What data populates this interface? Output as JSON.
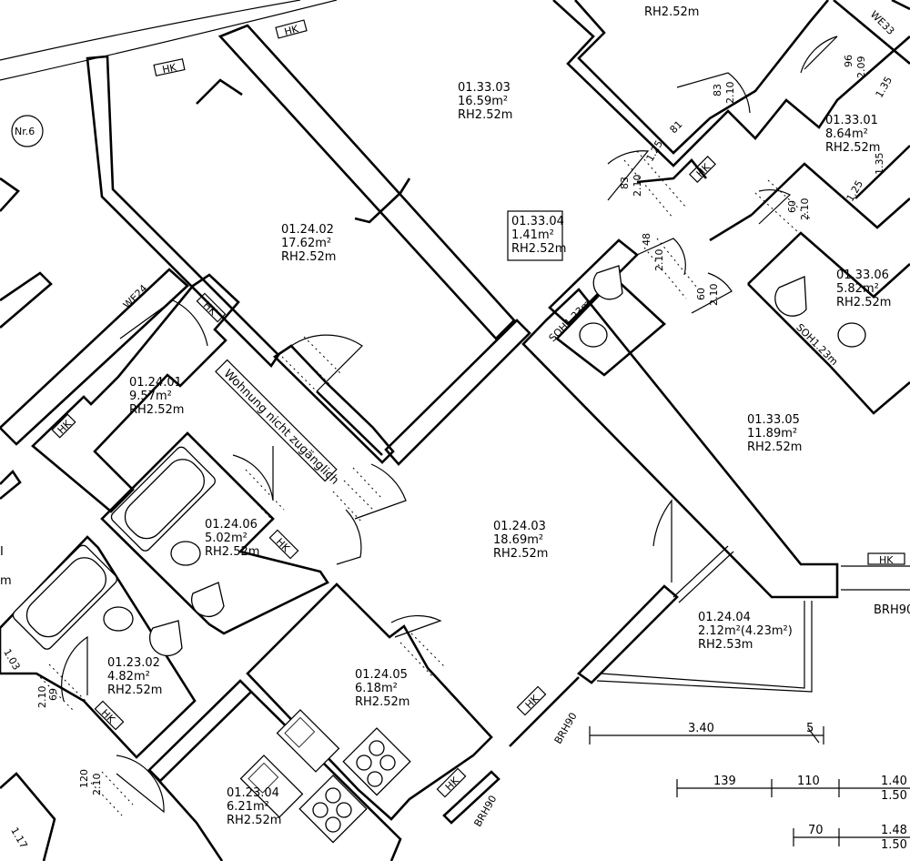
{
  "rooms": [
    {
      "id": "r1",
      "lines": [
        "01.33.03",
        "16.59m²",
        "RH2.52m"
      ]
    },
    {
      "id": "r2",
      "lines": [
        "01.24.02",
        "17.62m²",
        "RH2.52m"
      ]
    },
    {
      "id": "r3",
      "lines": [
        "01.33.01",
        "8.64m²",
        "RH2.52m"
      ]
    },
    {
      "id": "r4",
      "lines": [
        "01.33.04",
        "1.41m²",
        "RH2.52m"
      ]
    },
    {
      "id": "r5",
      "lines": [
        "01.33.06",
        "5.82m²",
        "RH2.52m"
      ]
    },
    {
      "id": "r6",
      "lines": [
        "01.24.01",
        "9.57m²",
        "RH2.52m"
      ]
    },
    {
      "id": "r7",
      "lines": [
        "01.33.05",
        "11.89m²",
        "RH2.52m"
      ]
    },
    {
      "id": "r8",
      "lines": [
        "01.24.06",
        "5.02m²",
        "RH2.52m"
      ]
    },
    {
      "id": "r9",
      "lines": [
        "01.24.03",
        "18.69m²",
        "RH2.52m"
      ]
    },
    {
      "id": "r10",
      "lines": [
        "01.24.04",
        "2.12m²(4.23m²)",
        "RH2.53m"
      ]
    },
    {
      "id": "r11",
      "lines": [
        "01.23.02",
        "4.82m²",
        "RH2.52m"
      ]
    },
    {
      "id": "r12",
      "lines": [
        "01.24.05",
        "6.18m²",
        "RH2.52m"
      ]
    },
    {
      "id": "r13",
      "lines": [
        "01.23.04",
        "6.21m²",
        "RH2.52m"
      ]
    },
    {
      "id": "r14",
      "lines": [
        "RH2.52m"
      ]
    }
  ],
  "labels": {
    "nr": "Nr.6",
    "we24": "WE24",
    "we33": "WE33",
    "notice": "Wohnung nicht zugänglich",
    "brh90_a": "BRH90",
    "brh90_b": "BRH90",
    "brh90_c": "BRH90",
    "soh_a": "SOH1.23m",
    "soh_b": "SOH1.23m",
    "hk": "HK"
  },
  "door_dims": [
    {
      "id": "d1",
      "top": "96",
      "bottom": "2.09"
    },
    {
      "id": "d2",
      "top": "83",
      "bottom": "2.10"
    },
    {
      "id": "d3",
      "top": "83",
      "bottom": "2.10"
    },
    {
      "id": "d4",
      "top": "48",
      "bottom": "2.10"
    },
    {
      "id": "d5",
      "top": "60",
      "bottom": "2.10"
    },
    {
      "id": "d6",
      "top": "60",
      "bottom": "2.10"
    },
    {
      "id": "d7",
      "top": "69",
      "bottom": "2.10"
    },
    {
      "id": "d8",
      "top": "120",
      "bottom": "2.10"
    }
  ],
  "misc_dims": [
    "81",
    "1.35",
    "1.25",
    "1.35",
    "1.25",
    "1.03",
    "1.17"
  ],
  "dimension_lines": {
    "row1": [
      "3.40",
      "5"
    ],
    "row2": [
      "139",
      "110",
      "1.40",
      "1.50"
    ],
    "row3": [
      "70",
      "1.48",
      "1.50"
    ]
  },
  "edge_text": {
    "left_i": "I",
    "left_m": "m"
  }
}
